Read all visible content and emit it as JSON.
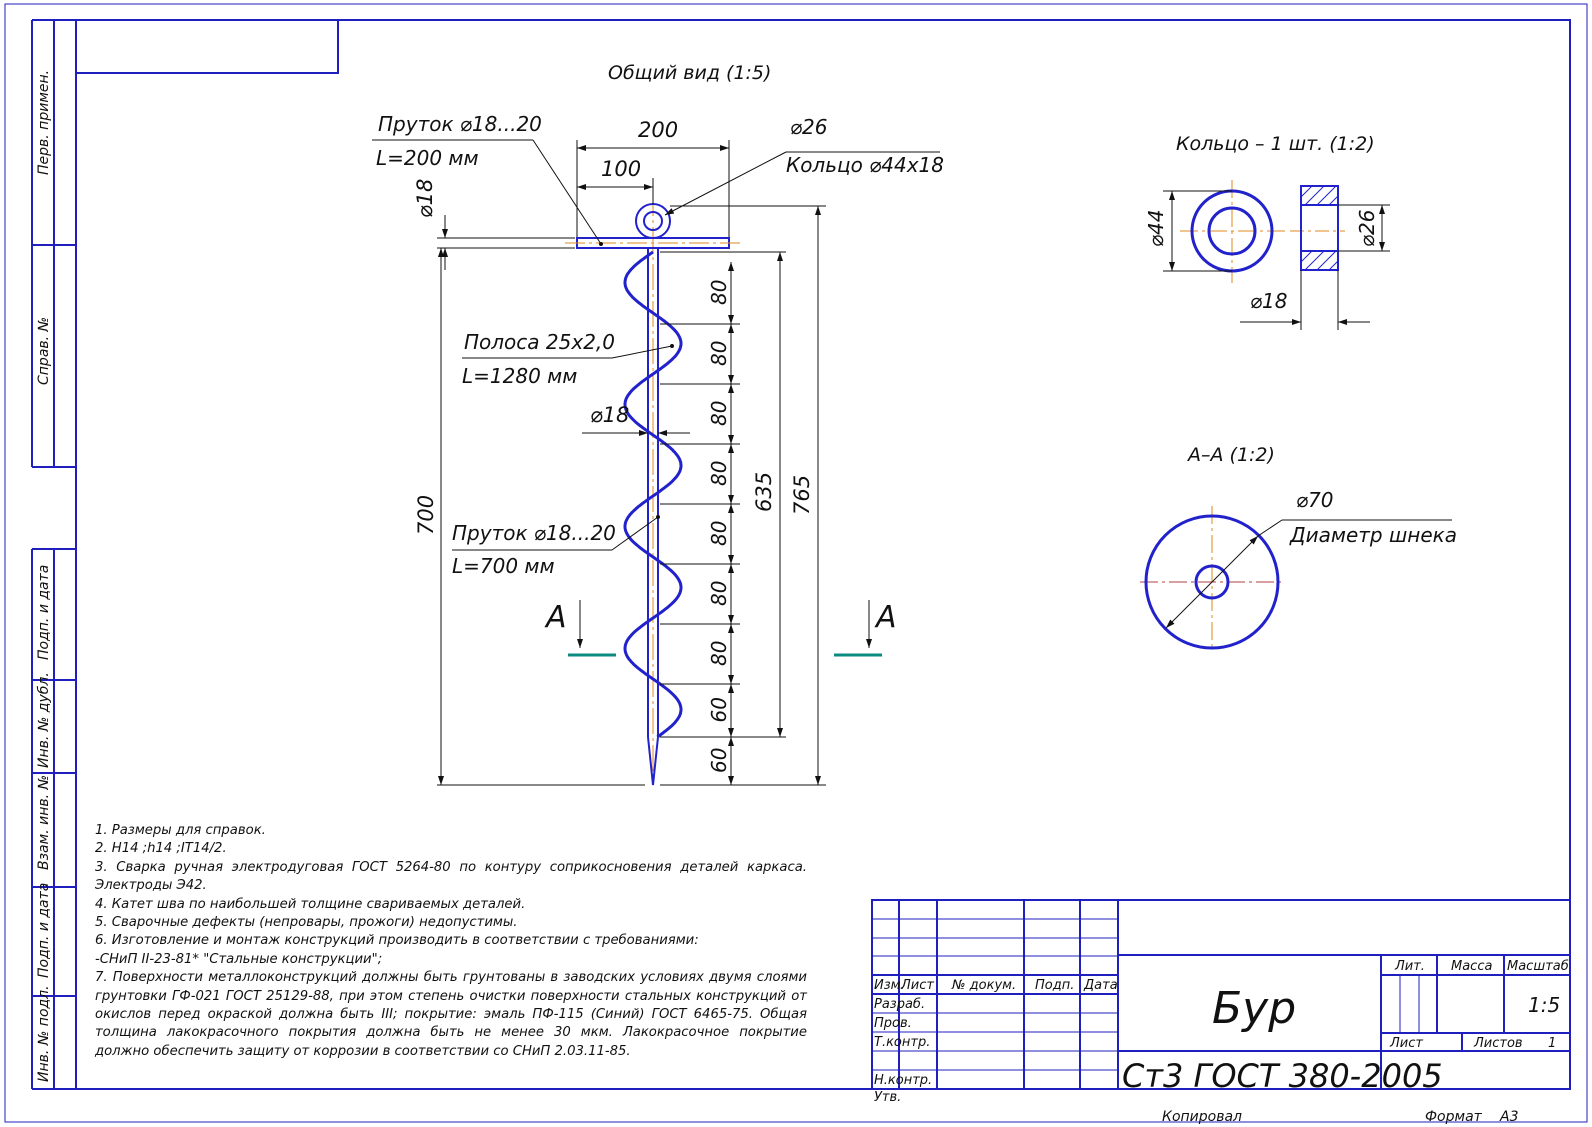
{
  "views": {
    "main_title": "Общий вид (1:5)",
    "ring_title": "Кольцо – 1 шт. (1:2)",
    "section_title": "А–А (1:2)"
  },
  "callouts": {
    "rod_top": [
      "Пруток ⌀18...20",
      "L=200 мм"
    ],
    "ring": [
      "⌀26",
      "Кольцо ⌀44х18"
    ],
    "strip": [
      "Полоса 25х2,0",
      "L=1280 мм"
    ],
    "rod_main": [
      "Пруток ⌀18...20",
      "L=700 мм"
    ],
    "auger": [
      "⌀70",
      "Диаметр шнека"
    ]
  },
  "dimensions": {
    "top_200": "200",
    "top_100": "100",
    "rod_dia": "⌀18",
    "shaft_dia": "⌀18",
    "total_700": "700",
    "spiral_635": "635",
    "total_765": "765",
    "pitches": [
      "80",
      "80",
      "80",
      "80",
      "80",
      "80",
      "80",
      "60",
      "60"
    ],
    "ring_outer": "⌀44",
    "ring_inner": "⌀26",
    "ring_width": "⌀18"
  },
  "section_marks": [
    "А",
    "А"
  ],
  "notes": [
    "1. Размеры для справок.",
    "2. Н14 ;h14 ;IT14/2.",
    "3. Сварка ручная электродуговая ГОСТ 5264-80 по контуру соприкосновения деталей каркаса. Электроды Э42.",
    "4. Катет шва по наибольшей толщине свариваемых деталей.",
    "5. Сварочные дефекты (непровары, прожоги) недопустимы.",
    "6. Изготовление и монтаж конструкций производить в соответствии с требованиями:",
    "-СНиП II-23-81* \"Стальные конструкции\";",
    "7. Поверхности металлоконструкций должны быть грунтованы в заводских условиях двумя слоями грунтовки ГФ-021 ГОСТ 25129-88, при этом степень очистки поверхности стальных конструкций от окислов перед окраской должна быть III; покрытие: эмаль ПФ-115 (Синий) ГОСТ 6465-75. Общая толщина лакокрасочного покрытия должна быть не менее 30 мкм. Лакокрасочное покрытие должно обеспечить защиту от коррозии в соответствии со СНиП 2.03.11-85."
  ],
  "side_stamp": {
    "perv_primen": "Перв. примен.",
    "sprav_no": "Справ. №",
    "podp_data_1": "Подп. и дата",
    "inv_dubl": "Инв. № дубл.",
    "vzam_inv": "Взам. инв. №",
    "podp_data_2": "Подп. и дата",
    "inv_podl": "Инв. № подл."
  },
  "title_block": {
    "col_izm": "Изм.",
    "col_list": "Лист",
    "col_dokum": "№ докум.",
    "col_podp": "Подп.",
    "col_data": "Дата",
    "razrab": "Разраб.",
    "prov": "Пров.",
    "tkontr": "Т.контр.",
    "nkontr": "Н.контр.",
    "utv": "Утв.",
    "name": "Бур",
    "material": "Ст3 ГОСТ 380-2005",
    "lit": "Лит.",
    "massa": "Масса",
    "masshtab": "Масштаб",
    "scale": "1:5",
    "sheet": "Лист",
    "sheets": "Листов",
    "sheets_count": "1"
  },
  "bottom": {
    "kopiroval": "Копировал",
    "format": "Формат",
    "format_value": "А3"
  },
  "colors": {
    "frame": "#1f1fbf",
    "part": "#2222cc",
    "axis": "#e08a1e",
    "dim": "#111111",
    "section_mark": "#0b8a80"
  }
}
